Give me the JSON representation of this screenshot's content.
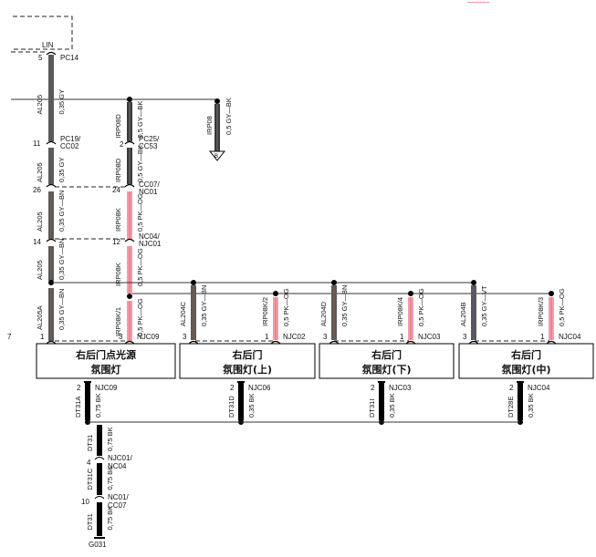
{
  "header_mark": "~~~~~~",
  "top": {
    "lin_label": "LIN",
    "pin5": "5",
    "pc14": "PC14"
  },
  "left_column": {
    "segments": [
      {
        "circuit": "AL205",
        "wire": "0,35 GY"
      },
      {
        "circuit": "AL205",
        "wire": "0,35 GY"
      },
      {
        "circuit": "AL205",
        "wire": "0,35 GY—BN"
      },
      {
        "circuit": "AL205",
        "wire": "0,35 GY—BN"
      },
      {
        "circuit": "AL205A",
        "wire": "0,35 GY—BN"
      }
    ],
    "connectors": [
      {
        "pin": "11",
        "name_line1": "PC19/",
        "name_line2": "CC02"
      },
      {
        "pin": "26",
        "name_line1": "",
        "name_line2": ""
      },
      {
        "pin": "14",
        "name_line1": "",
        "name_line2": ""
      }
    ]
  },
  "right_column": {
    "segments": [
      {
        "circuit": "IRP08D",
        "wire": "0,5 GY—BK"
      },
      {
        "circuit": "IRP08D",
        "wire": "0,5 GY—BK"
      },
      {
        "circuit": "IRP08K",
        "wire": "0,5 PK—OG"
      },
      {
        "circuit": "IRP08K",
        "wire": "0,5 PK—OG"
      },
      {
        "circuit": "IRP08K/1",
        "wire": "0,5 PK—OG"
      }
    ],
    "connectors": [
      {
        "pin": "2",
        "name_line1": "PC25/",
        "name_line2": "CC53"
      },
      {
        "pin": "24",
        "name_line1": "CC07/",
        "name_line2": "NC01"
      },
      {
        "pin": "12",
        "name_line1": "NC04/",
        "name_line2": "NJC01"
      }
    ]
  },
  "branch_arrow": {
    "circuit": "IRP08",
    "wire": "0,5 GY—BK",
    "label": "B"
  },
  "devices": [
    {
      "line1": "右后门点光源",
      "line2": "氛围灯",
      "left_pin": "1",
      "extra_pin": "7",
      "right_pin": "3",
      "connector": "NJC09",
      "left_circuit": "AL205A",
      "left_wire": "0,35 GY—BN",
      "right_circuit": "IRP08K/1",
      "right_wire": "0,5 PK—OG",
      "ground_pin": "2",
      "ground_connector": "NJC09",
      "ground_circuit": "DT31A",
      "ground_wire": "0,75 BK"
    },
    {
      "line1": "右后门",
      "line2": "氛围灯(上)",
      "left_pin": "3",
      "right_pin": "1",
      "connector": "NJC02",
      "left_circuit": "AL204C",
      "left_wire": "0,35 GY—BN",
      "right_circuit": "IRP08K/2",
      "right_wire": "0,5 PK—OG",
      "ground_pin": "2",
      "ground_connector": "NJC06",
      "ground_circuit": "DT31D",
      "ground_wire": "0,35 BK"
    },
    {
      "line1": "右后门",
      "line2": "氛围灯(下)",
      "left_pin": "3",
      "right_pin": "1",
      "connector": "NJC03",
      "left_circuit": "AL204D",
      "left_wire": "0,35 GY—BN",
      "right_circuit": "IRP08K/4",
      "right_wire": "0,5 PK—OG",
      "ground_pin": "2",
      "ground_connector": "NJC03",
      "ground_circuit": "DT31I",
      "ground_wire": "0,35 BK"
    },
    {
      "line1": "右后门",
      "line2": "氛围灯(中)",
      "left_pin": "3",
      "right_pin": "1",
      "connector": "NJC04",
      "left_circuit": "AL204B",
      "left_wire": "0,35 GY—VT",
      "right_circuit": "IRP08K/3",
      "right_wire": "0,5 PK—OG",
      "ground_pin": "2",
      "ground_connector": "NJC04",
      "ground_circuit": "DT28E",
      "ground_wire": "0,35 BK"
    }
  ],
  "ground_chain": {
    "segments": [
      {
        "circuit": "DT31",
        "wire": "0,75 BK"
      },
      {
        "circuit": "DT31C",
        "wire": "0,75 BK"
      },
      {
        "circuit": "DT31",
        "wire": "0,75 BK"
      }
    ],
    "connectors": [
      {
        "pin": "4",
        "name_line1": "NJC01/",
        "name_line2": "NC04"
      },
      {
        "pin": "10",
        "name_line1": "NC01/",
        "name_line2": "CC07"
      }
    ],
    "ground_point": "G031"
  },
  "colors": {
    "gy": "#5a5a5a",
    "bn": "#6b5444",
    "pk": "#f49ab8",
    "og": "#e5793a",
    "bk": "#000000",
    "gybk": "#3a3a3a"
  }
}
